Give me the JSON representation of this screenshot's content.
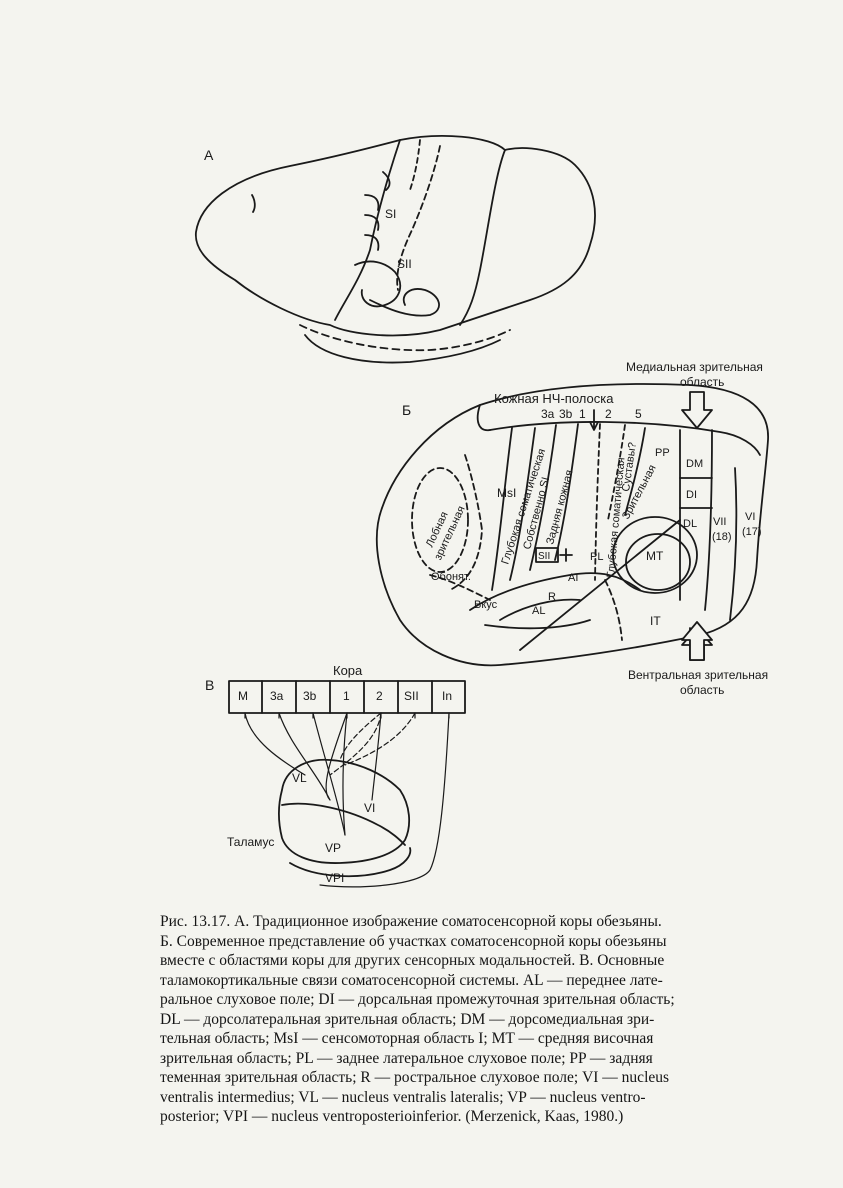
{
  "panel_a": {
    "letter": "А",
    "labels": {
      "si": "SI",
      "sii": "SII"
    }
  },
  "panel_b": {
    "letter": "Б",
    "top_label_left": "Медиальная зрительная",
    "top_label_right": "область",
    "bottom_label_left": "Вентральная зрительная",
    "bottom_label_right": "область",
    "strip_label": "Кожная НЧ-полоска",
    "top_numbers": [
      "3а",
      "3b",
      "1",
      "2",
      "5"
    ],
    "areas": {
      "msi": "MsI",
      "pp": "PP",
      "dm": "DM",
      "di": "DI",
      "dl": "DL",
      "vii": "VII",
      "vii_num": "(18)",
      "vi": "VI",
      "vi_num": "(17)",
      "mt": "MT",
      "it": "IT",
      "pl": "PL",
      "ai": "AI",
      "r": "R",
      "al": "AL",
      "sii": "SII",
      "vkus": "Вкус",
      "obonyat": "Обонят.",
      "lobnaya_1": "Лобная",
      "lobnaya_2": "зрительная",
      "deep_somatic_1": "Глубокая соматическая",
      "proper_si": "Собственно SI",
      "posterior_skin": "Задняя кожная",
      "deep_somatic_2": "Глубокая соматическая",
      "joints": "Суставы?",
      "visual": "Зрительная"
    }
  },
  "panel_v": {
    "letter": "В",
    "cortex_label": "Кора",
    "boxes": [
      "M",
      "3a",
      "3b",
      "1",
      "2",
      "SII",
      "In"
    ],
    "thalamus_label": "Таламус",
    "nuclei": {
      "vl": "VL",
      "vi": "VI",
      "vp": "VP",
      "vpi": "VPI"
    }
  },
  "caption": {
    "l1": "Рис. 13.17. А. Традиционное изображение соматосенсорной коры обезьяны.",
    "l2": "Б. Современное представление об участках соматосенсорной коры обезьяны",
    "l3": "вместе с областями коры для других сенсорных модальностей. В. Основные",
    "l4": "таламокортикальные связи соматосенсорной системы. AL — переднее лате-",
    "l5": "ральное слуховое поле; DI — дорсальная промежуточная зрительная область;",
    "l6": "DL — дорсолатеральная зрительная область; DM — дорсомедиальная зри-",
    "l7": "тельная область; MsI — сенсомоторная область I; MT — средняя височная",
    "l8": "зрительная область; PL — заднее латеральное слуховое поле; PP — задняя",
    "l9": "теменная зрительная область; R — ростральное слуховое поле; VI — nucleus",
    "l10": "ventralis intermedius; VL — nucleus ventralis lateralis; VP — nucleus ventro-",
    "l11": "posterior; VPI — nucleus ventroposterioinferior. (Merzenick, Kaas, 1980.)"
  }
}
